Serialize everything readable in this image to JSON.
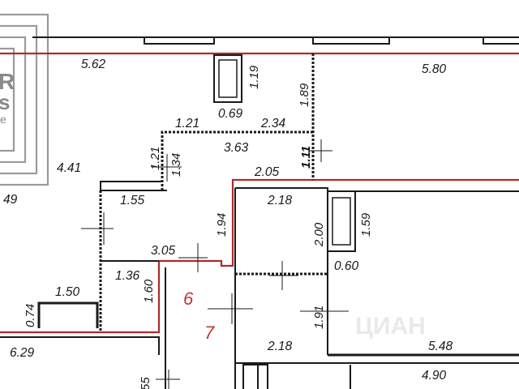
{
  "plan": {
    "dimensions": {
      "d_5_62": "5.62",
      "d_5_80": "5.80",
      "d_1_19": "1.19",
      "d_0_69": "0.69",
      "d_1_89": "1.89",
      "d_1_21_a": "1.21",
      "d_2_34": "2.34",
      "d_1_21_b": "1.21",
      "d_1_34": "1.34",
      "d_3_63": "3.63",
      "d_1_11": "1.11",
      "d_4_41": "4.41",
      "d_2_05": "2.05",
      "d_49": "49",
      "d_1_55": "1.55",
      "d_2_18_a": "2.18",
      "d_1_94": "1.94",
      "d_2_00": "2.00",
      "d_1_59": "1.59",
      "d_3_05": "3.05",
      "d_0_60": "0.60",
      "d_1_36": "1.36",
      "d_1_60": "1.60",
      "d_1_50": "1.50",
      "d_0_74": "0.74",
      "d_1_91": "1.91",
      "d_6_29": "6.29",
      "d_2_18_b": "2.18",
      "d_5_48": "5.48",
      "d_4_90": "4.90",
      "d_55": "55"
    },
    "room_numbers": {
      "r6": "6",
      "r7": "7"
    },
    "logo": {
      "big_letters": "R\ns",
      "small_text": "e"
    },
    "watermark": "ЦИАН"
  },
  "colors": {
    "wall": "#1a1a1a",
    "boundary": "#b02a2a",
    "room_number": "#c8322f",
    "logo": "#8a8a8a"
  }
}
